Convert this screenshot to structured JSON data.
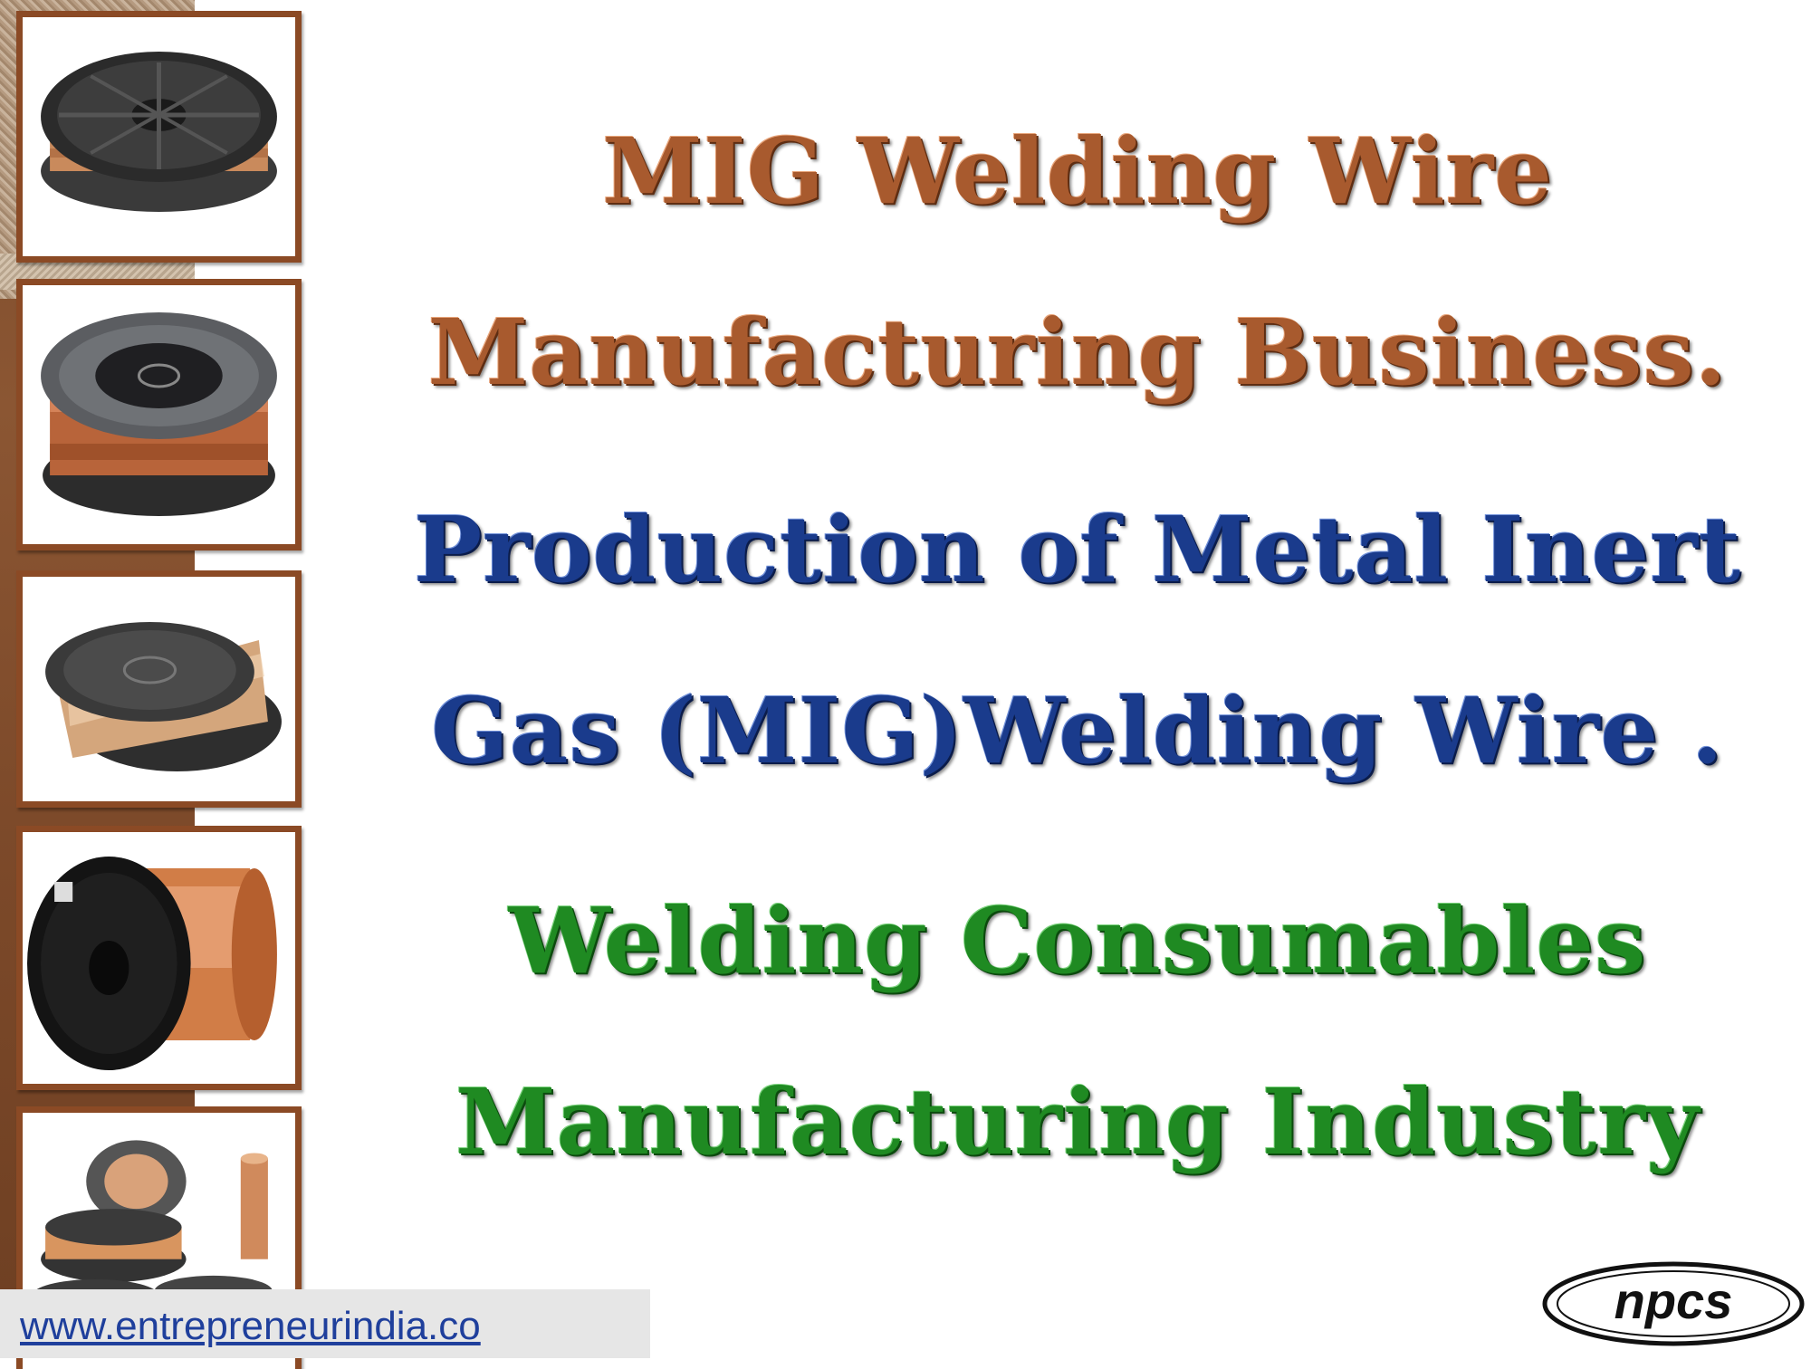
{
  "title": {
    "line1": "MIG Welding Wire",
    "line2": "Manufacturing Business.",
    "line3": "Production of Metal Inert",
    "line4": "Gas (MIG)Welding Wire .",
    "line5": "Welding Consumables",
    "line6": "Manufacturing Industry"
  },
  "colors": {
    "title_primary": "#a85a2e",
    "title_secondary": "#1a3b8c",
    "title_tertiary": "#1f8a22",
    "frame_border": "#8b4a25"
  },
  "footer": {
    "website": "www.entrepreneurindia.co"
  },
  "logo": {
    "text": "npcs"
  },
  "images": [
    {
      "name": "wire-spool-image-1"
    },
    {
      "name": "wire-spool-image-2"
    },
    {
      "name": "wire-spool-image-3"
    },
    {
      "name": "wire-spool-image-4"
    },
    {
      "name": "wire-spools-group-image"
    }
  ]
}
